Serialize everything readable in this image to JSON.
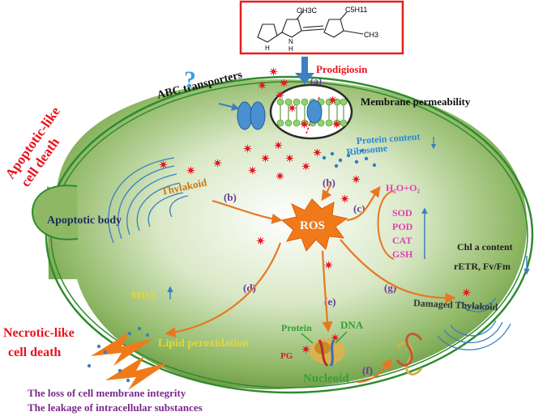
{
  "structure": {
    "methyl_group": "OH3C",
    "pentyl_group": "C5H11",
    "methyl_right": "CH3",
    "nh_left": "H",
    "nh_middle": "N",
    "nh_middle_h": "H"
  },
  "labels": {
    "prodigiosin": "Prodigiosin",
    "abc_transporters": "ABC transporters",
    "membrane_permeability": "Membrane permeability",
    "apoptotic_like_line1": "Apoptotic-like",
    "apoptotic_like_line2": "cell death",
    "thylakoid": "Thylakoid",
    "apoptotic_body": "Apoptotic body",
    "protein_content": "Protein content",
    "ribosome": "Ribosome",
    "ros": "ROS",
    "h2o_o2": "H₂O+O₂",
    "sod": "SOD",
    "pod": "POD",
    "cat": "CAT",
    "gsh": "GSH",
    "chl_content": "Chl a content",
    "retr": "rETR,  Fv/Fm",
    "damaged_thylakoid": "Damaged Thylakoid",
    "mda": "MDA",
    "lipid_peroxidation": "Lipid peroxidation",
    "protein": "Protein",
    "dna": "DNA",
    "pg": "PG",
    "nucleoid": "Nucleoid",
    "necrotic_line1": "Necrotic-like",
    "necrotic_line2": "cell death",
    "loss_integrity": "The loss of cell membrane integrity",
    "leakage": "The leakage of intracellular substances",
    "question_mark": "?"
  },
  "steps": {
    "a": "(a)",
    "b": "(b)",
    "c": "(c)",
    "d": "(d)",
    "e": "(e)",
    "f": "(f)",
    "g": "(g)",
    "h": "(h)"
  },
  "colors": {
    "cell_fill": "#7faa55",
    "cell_outline": "#2e8b2e",
    "arrow": "#e87722",
    "red_title": "#e8141e",
    "purple": "#7a2a8c",
    "enzyme_pink": "#e040b0",
    "blue_text": "#2a8ad6",
    "ros_orange": "#f07a1a",
    "structure_box": "#e02020"
  }
}
